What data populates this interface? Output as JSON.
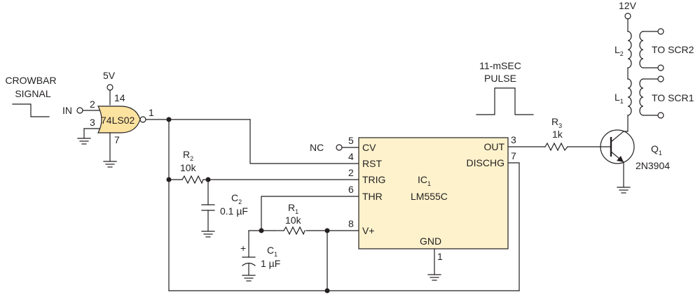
{
  "colors": {
    "ic_fill": "#fdf2cc",
    "gate_fill": "#fde3a0",
    "wire": "#231f20"
  },
  "labels": {
    "crowbar_line1": "CROWBAR",
    "crowbar_line2": "SIGNAL",
    "in": "IN",
    "gate_vcc": "5V",
    "gate_part": "74LS02",
    "pin2": "2",
    "pin3": "3",
    "pin14": "14",
    "pin7": "7",
    "pin1": "1",
    "r2_name": "R",
    "r2_sub": "2",
    "r2_value": "10k",
    "c2_name": "C",
    "c2_sub": "2",
    "c2_value": "0.1 µF",
    "r1_name": "R",
    "r1_sub": "1",
    "r1_value": "10k",
    "c1_name": "C",
    "c1_sub": "1",
    "c1_value": "1 µF",
    "c1_plus": "+",
    "nc": "NC",
    "pulse_line1": "11-mSEC",
    "pulse_line2": "PULSE",
    "r3_name": "R",
    "r3_sub": "3",
    "r3_value": "1k",
    "supply_12v": "12V",
    "l2_name": "L",
    "l2_sub": "2",
    "l1_name": "L",
    "l1_sub": "1",
    "to_scr2": "TO SCR2",
    "to_scr1": "TO SCR1",
    "q1_name": "Q",
    "q1_sub": "1",
    "q1_part": "2N3904"
  },
  "ic1": {
    "name": "IC",
    "sub": "1",
    "part": "LM555C",
    "pins": {
      "cv": {
        "num": "5",
        "label": "CV"
      },
      "rst": {
        "num": "4",
        "label": "RST"
      },
      "trig": {
        "num": "2",
        "label": "TRIG"
      },
      "thr": {
        "num": "6",
        "label": "THR"
      },
      "vplus": {
        "num": "8",
        "label": "V+"
      },
      "out": {
        "num": "3",
        "label": "OUT"
      },
      "dischg": {
        "num": "7",
        "label": "DISCHG"
      },
      "gnd": {
        "num": "1",
        "label": "GND"
      }
    }
  }
}
